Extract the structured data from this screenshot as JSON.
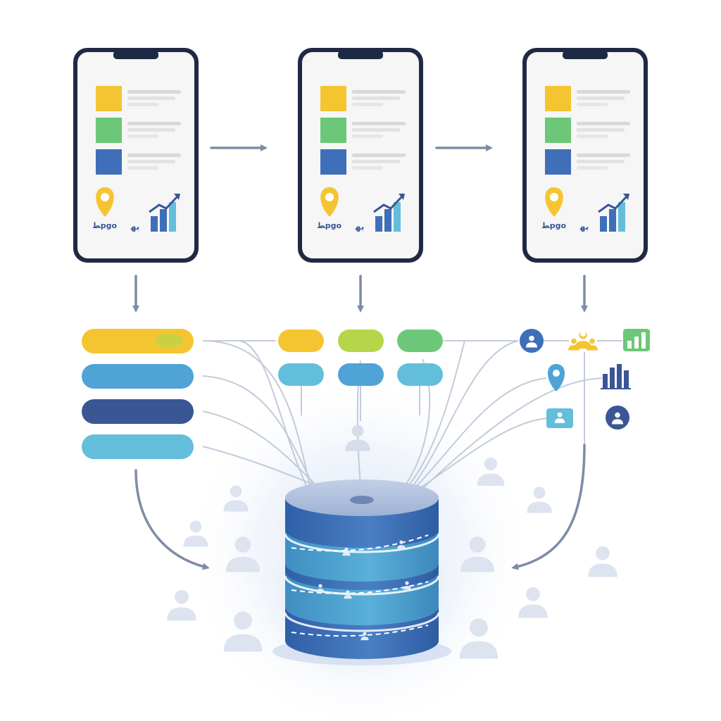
{
  "colors": {
    "yellow": "#F5C531",
    "green": "#6CC878",
    "lime": "#B7D54A",
    "blue": "#3F6FB8",
    "sky": "#4FA3D6",
    "navy": "#3A5694",
    "cyan": "#63BEDB",
    "phone_frame": "#1E2A44",
    "screen_bg": "#F6F6F6",
    "arrow": "#7E8CA6",
    "line": "#C3CBDA",
    "person": "#DDE3EF",
    "db_top": "#AEBEDA",
    "db_body": "#3D6EB5",
    "db_band": "#4FA0CE"
  },
  "phones": [
    {
      "id": "phone-1",
      "badge_left": "ﻄpgo",
      "badge_right": "ﺑﻬ"
    },
    {
      "id": "phone-2",
      "badge_left": "ﻄpgo",
      "badge_right": "ﺑﻬ"
    },
    {
      "id": "phone-3",
      "badge_left": "ﻄpgo",
      "badge_right": "ﺑﻬ"
    }
  ],
  "phone_icons": [
    "location-pin-icon",
    "growth-chart-icon"
  ],
  "left_bars": [
    "yellow",
    "sky",
    "navy",
    "cyan"
  ],
  "middle_pills": [
    [
      "yellow",
      "lime",
      "green"
    ],
    [
      "cyan",
      "sky",
      "cyan"
    ]
  ],
  "right_icons": [
    "user-circle-icon",
    "user-group-icon",
    "bar-chart-icon",
    "location-pin-icon",
    "bar-chart-icon",
    "user-id-card-icon",
    "user-circle-icon"
  ],
  "database": {
    "icon": "database-icon",
    "node_icon": "user-node-icon"
  }
}
